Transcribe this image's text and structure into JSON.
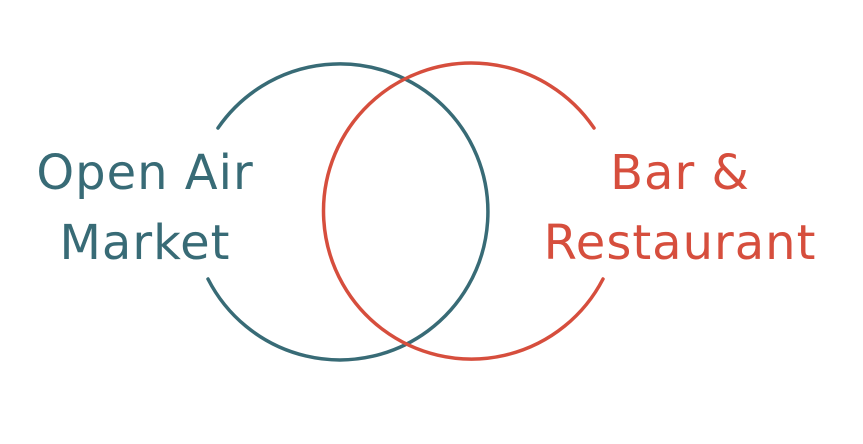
{
  "diagram": {
    "sets": [
      {
        "lines": [
          "Open Air",
          "Market"
        ],
        "color": "#386b76"
      },
      {
        "lines": [
          "Bar &",
          "Restaurant"
        ],
        "color": "#d64e3d"
      }
    ]
  }
}
